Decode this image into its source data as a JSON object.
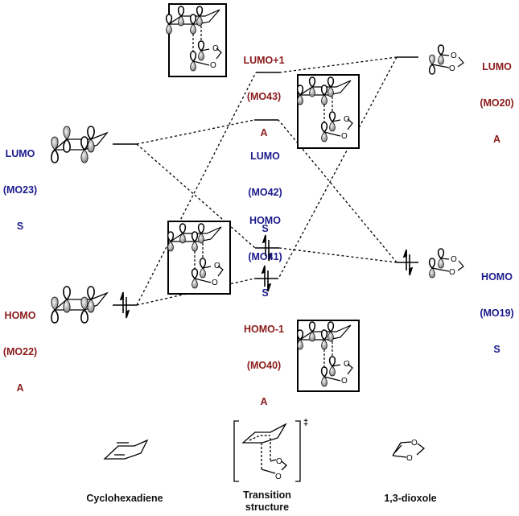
{
  "colors": {
    "symmetric": "#1a1a8c",
    "antisymmetric": "#8b1a1a",
    "line": "#000000"
  },
  "orbitals": {
    "diene_lumo": {
      "name": "LUMO",
      "mo": "(MO23)",
      "sym": "S"
    },
    "diene_homo": {
      "name": "HOMO",
      "mo": "(MO22)",
      "sym": "A"
    },
    "ts_lumo1": {
      "name": "LUMO+1",
      "mo": "(MO43)",
      "sym": "A"
    },
    "ts_lumo": {
      "name": "LUMO",
      "mo": "(MO42)",
      "sym": "S"
    },
    "ts_homo": {
      "name": "HOMO",
      "mo": "(MO41)",
      "sym": "S"
    },
    "ts_homo1": {
      "name": "HOMO-1",
      "mo": "(MO40)",
      "sym": "A"
    },
    "diox_lumo": {
      "name": "LUMO",
      "mo": "(MO20)",
      "sym": "A"
    },
    "diox_homo": {
      "name": "HOMO",
      "mo": "(MO19)",
      "sym": "S"
    }
  },
  "captions": {
    "left": "Cyclohexadiene",
    "middle": "Transition structure",
    "right": "1,3-dioxole",
    "ts_symbol": "‡"
  },
  "atoms": {
    "oxygen": "O"
  }
}
